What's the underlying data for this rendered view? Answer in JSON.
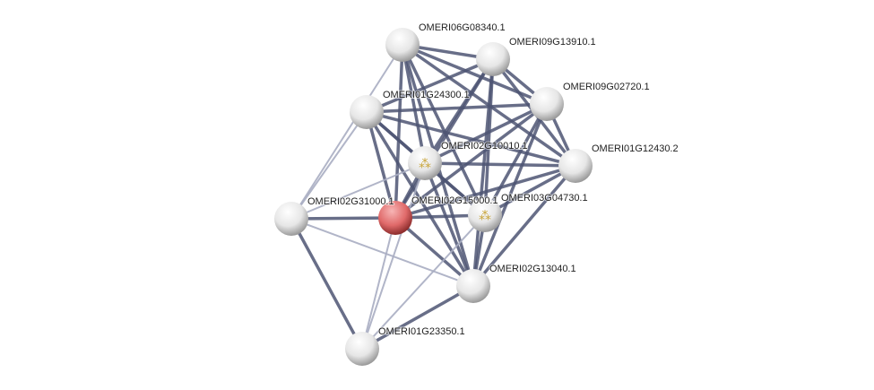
{
  "colors": {
    "edge_dark": "#4d5573",
    "edge_light": "#a9adc2",
    "node": "#e8e8e8",
    "query_node": "#e57373"
  },
  "nodes": [
    {
      "id": "A",
      "label": "OMERI06G08340.1",
      "query": false,
      "structure": false
    },
    {
      "id": "B",
      "label": "OMERI09G13910.1",
      "query": false,
      "structure": false
    },
    {
      "id": "C",
      "label": "OMERI09G02720.1",
      "query": false,
      "structure": false
    },
    {
      "id": "D",
      "label": "OMERI01G24300.1",
      "query": false,
      "structure": false
    },
    {
      "id": "E",
      "label": "OMERI02G10010.1",
      "query": false,
      "structure": true
    },
    {
      "id": "F",
      "label": "OMERI01G12430.2",
      "query": false,
      "structure": false
    },
    {
      "id": "G",
      "label": "OMERI02G31000.1",
      "query": false,
      "structure": false
    },
    {
      "id": "H",
      "label": "OMERI02G15000.1",
      "query": true,
      "structure": false
    },
    {
      "id": "I",
      "label": "OMERI03G04730.1",
      "query": false,
      "structure": true
    },
    {
      "id": "J",
      "label": "OMERI02G13040.1",
      "query": false,
      "structure": false
    },
    {
      "id": "K",
      "label": "OMERI01G23350.1",
      "query": false,
      "structure": false
    }
  ],
  "edges": [
    [
      "A",
      "B",
      "strong"
    ],
    [
      "A",
      "C",
      "strong"
    ],
    [
      "A",
      "E",
      "strong"
    ],
    [
      "A",
      "F",
      "strong"
    ],
    [
      "A",
      "H",
      "strong"
    ],
    [
      "A",
      "J",
      "strong"
    ],
    [
      "A",
      "I",
      "strong"
    ],
    [
      "A",
      "G",
      "weak"
    ],
    [
      "B",
      "D",
      "strong"
    ],
    [
      "B",
      "E",
      "strong"
    ],
    [
      "B",
      "C",
      "strong"
    ],
    [
      "B",
      "F",
      "strong"
    ],
    [
      "B",
      "H",
      "strong"
    ],
    [
      "B",
      "I",
      "strong"
    ],
    [
      "B",
      "J",
      "strong"
    ],
    [
      "C",
      "D",
      "strong"
    ],
    [
      "C",
      "E",
      "strong"
    ],
    [
      "C",
      "F",
      "strong"
    ],
    [
      "C",
      "H",
      "strong"
    ],
    [
      "C",
      "I",
      "strong"
    ],
    [
      "C",
      "J",
      "strong"
    ],
    [
      "D",
      "E",
      "strong"
    ],
    [
      "D",
      "F",
      "strong"
    ],
    [
      "D",
      "H",
      "strong"
    ],
    [
      "D",
      "J",
      "strong"
    ],
    [
      "D",
      "I",
      "strong"
    ],
    [
      "D",
      "G",
      "weak"
    ],
    [
      "E",
      "F",
      "strong"
    ],
    [
      "E",
      "H",
      "strong"
    ],
    [
      "E",
      "I",
      "strong"
    ],
    [
      "E",
      "J",
      "strong"
    ],
    [
      "E",
      "G",
      "weak"
    ],
    [
      "E",
      "K",
      "weak"
    ],
    [
      "F",
      "H",
      "strong"
    ],
    [
      "F",
      "I",
      "strong"
    ],
    [
      "F",
      "J",
      "strong"
    ],
    [
      "H",
      "I",
      "strong"
    ],
    [
      "H",
      "J",
      "strong"
    ],
    [
      "H",
      "G",
      "strong"
    ],
    [
      "H",
      "K",
      "weak"
    ],
    [
      "I",
      "J",
      "strong"
    ],
    [
      "I",
      "K",
      "weak"
    ],
    [
      "G",
      "K",
      "strong"
    ],
    [
      "G",
      "J",
      "weak"
    ],
    [
      "K",
      "J",
      "strong"
    ]
  ]
}
